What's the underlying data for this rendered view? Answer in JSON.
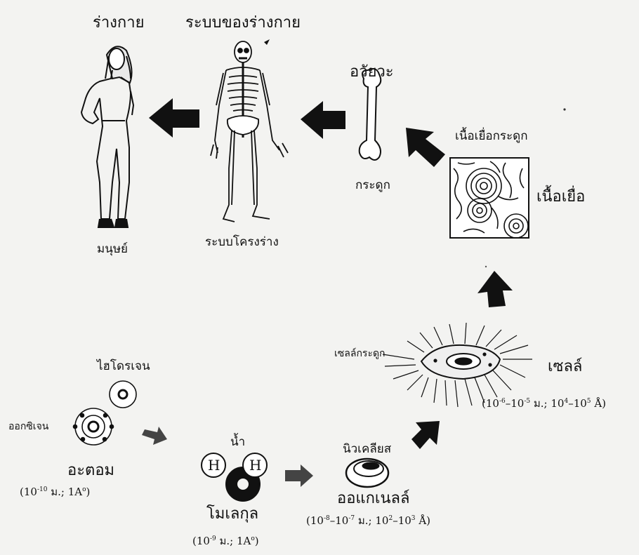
{
  "labels": {
    "body": "ร่างกาย",
    "body_system": "ระบบของร่างกาย",
    "organ": "อวัยวะ",
    "human": "มนุษย์",
    "skeletal_system": "ระบบโครงร่าง",
    "bone": "กระดูก",
    "bone_tissue": "เนื้อเยื่อกระดูก",
    "tissue": "เนื้อเยื่อ",
    "bone_cell": "เซลล์กระดูก",
    "cell": "เซลล์",
    "hydrogen": "ไฮโดรเจน",
    "oxygen": "ออกซิเจน",
    "atom": "อะตอม",
    "water": "น้ำ",
    "molecule": "โมเลกุล",
    "nucleus": "นิวเคลียส",
    "organelle": "ออแกเนลล์",
    "h_letter": "H"
  },
  "scales": {
    "atom": {
      "a_base": "(10",
      "a_exp": "-10",
      "a_unit": "ม.; 1A",
      "a_sup": "o",
      "a_end": ")"
    },
    "molecule": {
      "a_base": "(10",
      "a_exp": "-9",
      "a_unit": "ม.; 1A",
      "a_sup": "o",
      "a_end": ")"
    },
    "organelle": {
      "a_base": "(10",
      "a_exp": "-8",
      "b_dash": "–10",
      "b_exp": "-7",
      "c_unit": "ม.; 10",
      "c_exp": "2",
      "d_dash": "–10",
      "d_exp": "3",
      "e_end": "Å)"
    },
    "cell": {
      "a_base": "(10",
      "a_exp": "-6",
      "b_dash": "–10",
      "b_exp": "-5",
      "c_unit": "ม.; 10",
      "c_exp": "4",
      "d_dash": "–10",
      "d_exp": "5",
      "e_end": "Å)"
    }
  }
}
